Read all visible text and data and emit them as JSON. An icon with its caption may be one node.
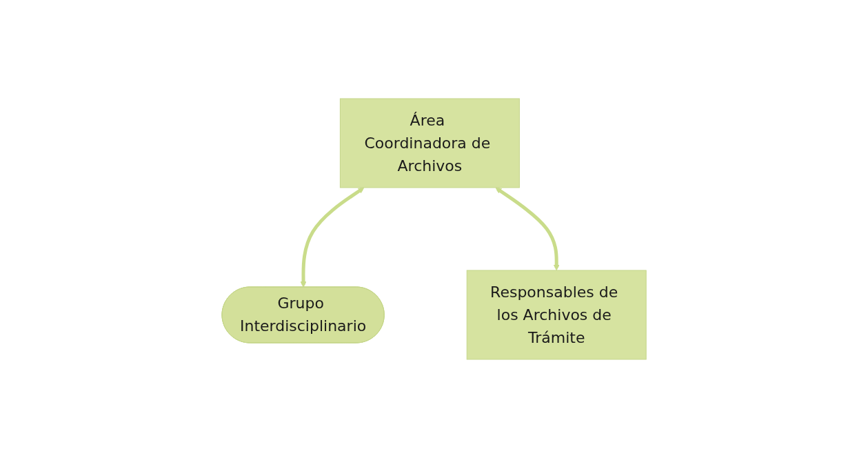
{
  "diagram": {
    "nodes": [
      {
        "text": [
          "Área Coordinadora de Archivos"
        ]
      },
      {
        "text": [
          "Grupo Interdisciplinario"
        ]
      },
      {
        "text": [
          "Responsables de los Archivos de Trámite"
        ]
      }
    ],
    "edges": [
      {
        "from": 0,
        "to": 1,
        "arrow": "both"
      },
      {
        "from": 0,
        "to": 2,
        "arrow": "both"
      }
    ]
  }
}
